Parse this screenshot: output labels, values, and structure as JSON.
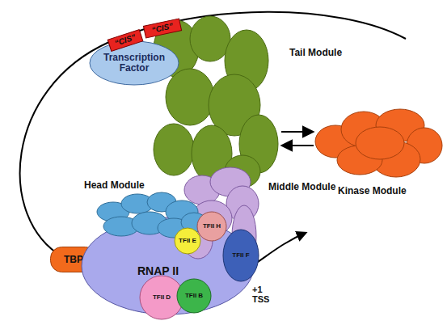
{
  "diagram": {
    "nodes": [
      {
        "text": [
          "“CIS”"
        ]
      },
      {
        "text": [
          "“CIS”"
        ]
      },
      {
        "text": [
          "Transcription Factor"
        ]
      },
      {
        "text": [
          "Tail Module"
        ]
      },
      {
        "text": [
          "Kinase Module"
        ]
      },
      {
        "text": [
          "Head Module"
        ]
      },
      {
        "text": [
          "Middle Module"
        ]
      },
      {
        "text": [
          "RNAP II"
        ]
      },
      {
        "text": [
          "TFII H"
        ]
      },
      {
        "text": [
          "TFII E"
        ]
      },
      {
        "text": [
          "TFII F"
        ]
      },
      {
        "text": [
          "TBP"
        ]
      },
      {
        "text": [
          "TFII D"
        ]
      },
      {
        "text": [
          "TFII B"
        ]
      }
    ],
    "edges": [
      {
        "from": 3,
        "to": 4,
        "arrow": "to"
      },
      {
        "from": 4,
        "to": 3,
        "arrow": "to"
      }
    ],
    "labels": [
      "+1 TSS"
    ]
  }
}
